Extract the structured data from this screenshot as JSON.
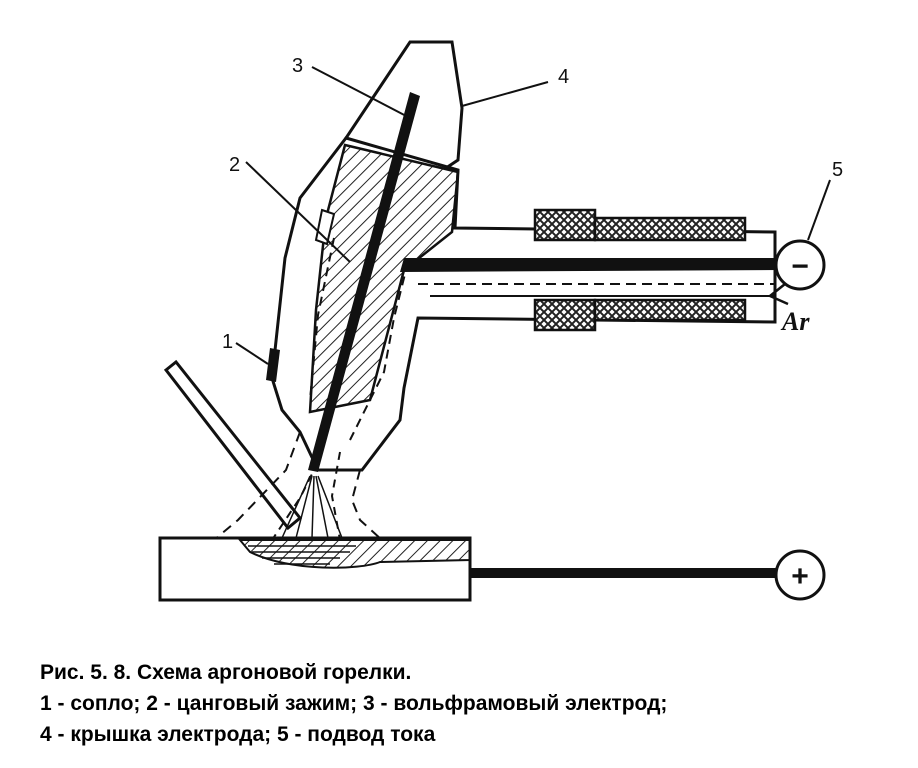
{
  "labels": {
    "nozzle": "1",
    "collet": "2",
    "electrode": "3",
    "cap": "4",
    "current": "5"
  },
  "gas": "Ar",
  "terminals": {
    "negative": "−",
    "positive": "+"
  },
  "caption": {
    "title": "Рис. 5. 8. Схема аргоновой горелки.",
    "line2": "1 - сопло; 2 - цанговый зажим; 3 - вольфрамовый электрод;",
    "line3": "4 - крышка электрода; 5 - подвод тока"
  }
}
